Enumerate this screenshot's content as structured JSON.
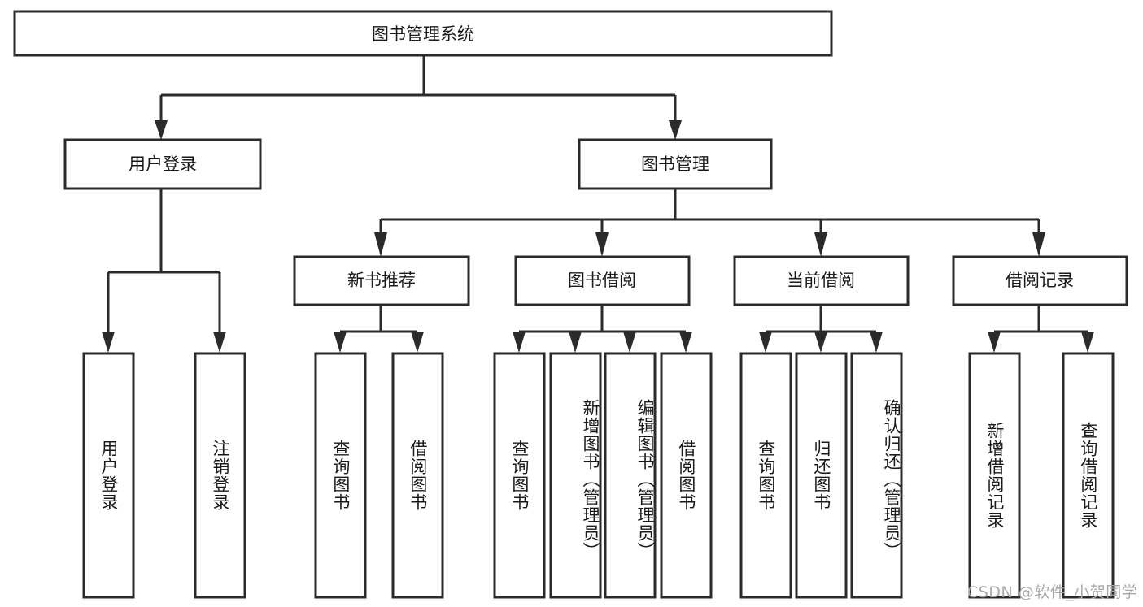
{
  "diagram": {
    "title": "图书管理系统",
    "type": "tree-hierarchy",
    "root": {
      "id": "root",
      "label": "图书管理系统"
    },
    "level1": [
      {
        "id": "user-login",
        "label": "用户登录"
      },
      {
        "id": "book-manage",
        "label": "图书管理"
      }
    ],
    "level2": [
      {
        "id": "new-book-rec",
        "label": "新书推荐",
        "parent": "book-manage"
      },
      {
        "id": "book-borrow",
        "label": "图书借阅",
        "parent": "book-manage"
      },
      {
        "id": "current-borrow",
        "label": "当前借阅",
        "parent": "book-manage"
      },
      {
        "id": "borrow-record",
        "label": "借阅记录",
        "parent": "book-manage"
      }
    ],
    "leaves": [
      {
        "id": "leaf-user-login",
        "label": "用户登录",
        "parent": "user-login"
      },
      {
        "id": "leaf-logout",
        "label": "注销登录",
        "parent": "user-login"
      },
      {
        "id": "leaf-query-book-1",
        "label": "查询图书",
        "parent": "new-book-rec"
      },
      {
        "id": "leaf-borrow-book-1",
        "label": "借阅图书",
        "parent": "new-book-rec"
      },
      {
        "id": "leaf-query-book-2",
        "label": "查询图书",
        "parent": "book-borrow"
      },
      {
        "id": "leaf-add-book",
        "label": "新增图书（管理员）",
        "parent": "book-borrow"
      },
      {
        "id": "leaf-edit-book",
        "label": "编辑图书（管理员）",
        "parent": "book-borrow"
      },
      {
        "id": "leaf-borrow-book-2",
        "label": "借阅图书",
        "parent": "book-borrow"
      },
      {
        "id": "leaf-query-book-3",
        "label": "查询图书",
        "parent": "current-borrow"
      },
      {
        "id": "leaf-return-book",
        "label": "归还图书",
        "parent": "current-borrow"
      },
      {
        "id": "leaf-confirm-return",
        "label": "确认归还（管理员）",
        "parent": "current-borrow"
      },
      {
        "id": "leaf-add-record",
        "label": "新增借阅记录",
        "parent": "borrow-record"
      },
      {
        "id": "leaf-query-record",
        "label": "查询借阅记录",
        "parent": "borrow-record"
      }
    ]
  },
  "watermark": {
    "text": "CSDN @软件_小贺同学",
    "color": "#a8a8a8"
  },
  "colors": {
    "stroke": "#2b2b2b",
    "fill": "#ffffff",
    "text": "#1a1a1a",
    "background": "#ffffff"
  }
}
